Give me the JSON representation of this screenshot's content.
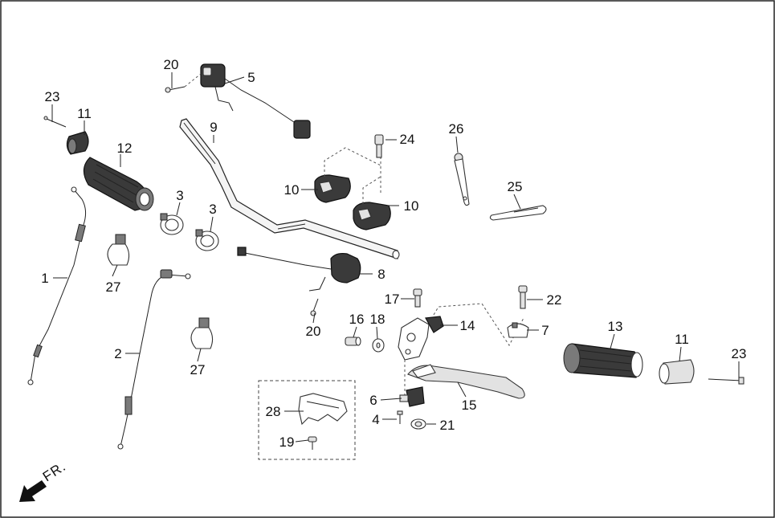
{
  "direction_label": "FR.",
  "callouts": [
    {
      "id": "c1",
      "text": "1"
    },
    {
      "id": "c2",
      "text": "2"
    },
    {
      "id": "c3a",
      "text": "3"
    },
    {
      "id": "c3b",
      "text": "3"
    },
    {
      "id": "c4",
      "text": "4"
    },
    {
      "id": "c5",
      "text": "5"
    },
    {
      "id": "c6",
      "text": "6"
    },
    {
      "id": "c7",
      "text": "7"
    },
    {
      "id": "c8",
      "text": "8"
    },
    {
      "id": "c9",
      "text": "9"
    },
    {
      "id": "c10a",
      "text": "10"
    },
    {
      "id": "c10b",
      "text": "10"
    },
    {
      "id": "c11a",
      "text": "11"
    },
    {
      "id": "c11b",
      "text": "11"
    },
    {
      "id": "c12",
      "text": "12"
    },
    {
      "id": "c13",
      "text": "13"
    },
    {
      "id": "c14",
      "text": "14"
    },
    {
      "id": "c15",
      "text": "15"
    },
    {
      "id": "c16",
      "text": "16"
    },
    {
      "id": "c17",
      "text": "17"
    },
    {
      "id": "c18",
      "text": "18"
    },
    {
      "id": "c19",
      "text": "19"
    },
    {
      "id": "c20a",
      "text": "20"
    },
    {
      "id": "c20b",
      "text": "20"
    },
    {
      "id": "c21",
      "text": "21"
    },
    {
      "id": "c22",
      "text": "22"
    },
    {
      "id": "c23a",
      "text": "23"
    },
    {
      "id": "c23b",
      "text": "23"
    },
    {
      "id": "c24",
      "text": "24"
    },
    {
      "id": "c25",
      "text": "25"
    },
    {
      "id": "c26",
      "text": "26"
    },
    {
      "id": "c27a",
      "text": "27"
    },
    {
      "id": "c27b",
      "text": "27"
    },
    {
      "id": "c28",
      "text": "28"
    }
  ]
}
